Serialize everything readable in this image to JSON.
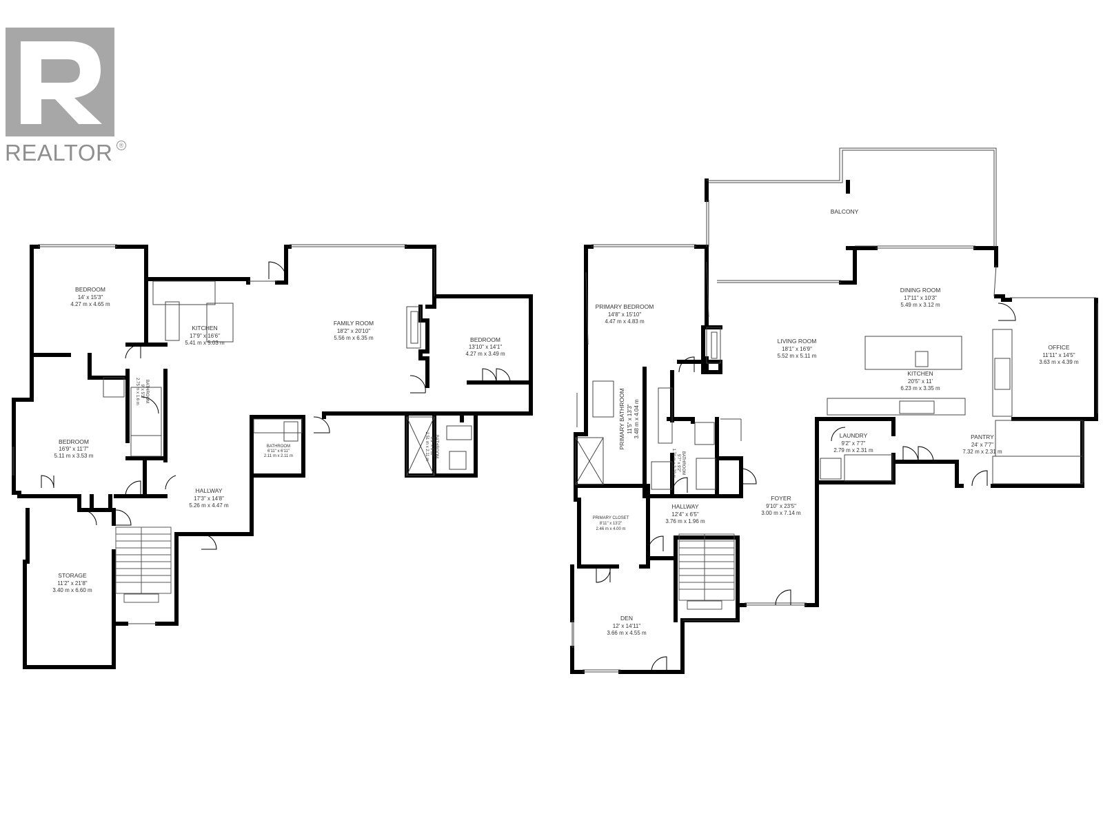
{
  "brand": {
    "name": "REALTOR",
    "reg_mark": "®"
  },
  "floors": [
    {
      "rooms": [
        {
          "name": "BEDROOM",
          "imperial": "14' x 15'3\"",
          "metric": "4.27 m x 4.65 m"
        },
        {
          "name": "KITCHEN",
          "imperial": "17'9\" x 16'6\"",
          "metric": "5.41 m x 5.03 m"
        },
        {
          "name": "FAMILY ROOM",
          "imperial": "18'2\" x 20'10\"",
          "metric": "5.56 m x 6.35 m"
        },
        {
          "name": "BEDROOM",
          "imperial": "13'10\" x 14'1\"",
          "metric": "4.27 m x 3.49 m"
        },
        {
          "name": "BEDROOM",
          "imperial": "16'9\" x 11'7\"",
          "metric": "5.11 m x 3.53 m"
        },
        {
          "name": "BATHROOM",
          "imperial": "9' x 5'3\"",
          "metric": "2.75 m x 1.6 m"
        },
        {
          "name": "BATHROOM",
          "imperial": "6'11\" x 6'11\"",
          "metric": "2.11 m x 2.11 m"
        },
        {
          "name": "BATHROOM",
          "imperial": "8'3\" x 6'11\"",
          "metric": "2.51 m x 2.11 m"
        },
        {
          "name": "HALLWAY",
          "imperial": "17'3\" x 14'8\"",
          "metric": "5.26 m x 4.47 m"
        },
        {
          "name": "STORAGE",
          "imperial": "11'2\" x 21'8\"",
          "metric": "3.40 m x 6.60 m"
        }
      ]
    },
    {
      "rooms": [
        {
          "name": "BALCONY",
          "imperial": "",
          "metric": ""
        },
        {
          "name": "PRIMARY BEDROOM",
          "imperial": "14'8\" x 15'10\"",
          "metric": "4.47 m x 4.83 m"
        },
        {
          "name": "DINING ROOM",
          "imperial": "17'11\" x 10'3\"",
          "metric": "5.49 m x 3.12 m"
        },
        {
          "name": "LIVING ROOM",
          "imperial": "18'1\" x 16'9\"",
          "metric": "5.52 m x 5.11 m"
        },
        {
          "name": "OFFICE",
          "imperial": "11'11\" x 14'5\"",
          "metric": "3.63 m x 4.39 m"
        },
        {
          "name": "KITCHEN",
          "imperial": "20'5\" x 11'",
          "metric": "6.23 m x 3.35 m"
        },
        {
          "name": "PRIMARY BATHROOM",
          "imperial": "11'5\" x 13'3\"",
          "metric": "3.48 m x 4.04 m"
        },
        {
          "name": "BATHROOM",
          "imperial": "5'7\" x 9'2\"",
          "metric": "1.70 m x 2.79 m"
        },
        {
          "name": "LAUNDRY",
          "imperial": "9'2\" x 7'7\"",
          "metric": "2.79 m x 2.31 m"
        },
        {
          "name": "PANTRY",
          "imperial": "24' x 7'7\"",
          "metric": "7.32 m x 2.31 m"
        },
        {
          "name": "PRIMARY CLOSET",
          "imperial": "8'11\" x 13'2\"",
          "metric": "2.46 m x 4.00 m"
        },
        {
          "name": "HALLWAY",
          "imperial": "12'4\" x 6'5\"",
          "metric": "3.76 m x 1.96 m"
        },
        {
          "name": "FOYER",
          "imperial": "9'10\" x 23'5\"",
          "metric": "3.00 m x 7.14 m"
        },
        {
          "name": "DEN",
          "imperial": "12' x 14'11\"",
          "metric": "3.66 m x 4.55 m"
        }
      ]
    }
  ]
}
